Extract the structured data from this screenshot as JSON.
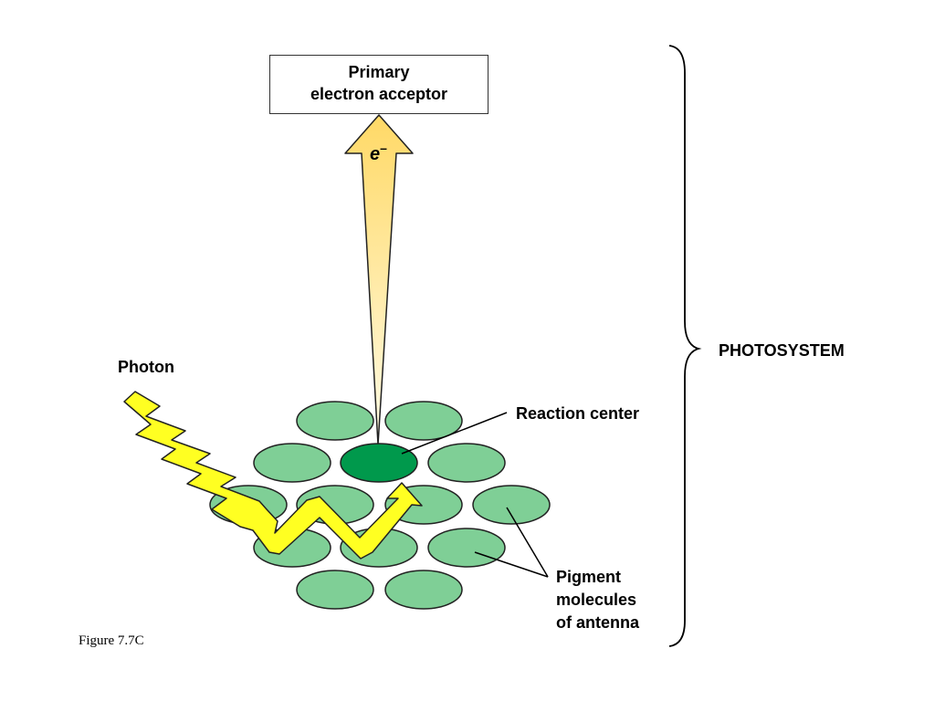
{
  "figure": {
    "caption": "Figure 7.7C",
    "primary_acceptor": {
      "line1": "Primary",
      "line2": "electron acceptor"
    },
    "electron_symbol": "e",
    "electron_charge": "–",
    "photon_label": "Photon",
    "photosystem_label": "PHOTOSYSTEM",
    "reaction_center_label": "Reaction center",
    "pigment_label": {
      "line1": "Pigment",
      "line2": "molecules",
      "line3": "of antenna"
    },
    "colors": {
      "antenna_pigment": "#7fcf96",
      "reaction_center": "#00994c",
      "photon_arrow": "#ffff22",
      "electron_arrow_top": "#ffd966",
      "electron_arrow_bottom": "#fffbe6",
      "outline": "#222222"
    }
  }
}
